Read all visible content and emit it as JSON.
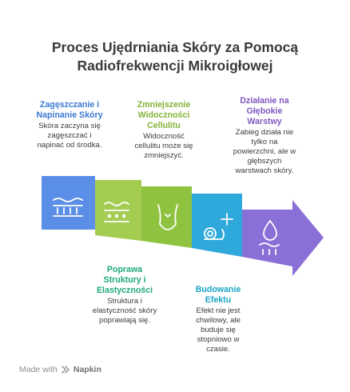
{
  "title": [
    "Proces Ujędrniania Skóry za Pomocą",
    "Radiofrekwencji Mikroigłowej"
  ],
  "steps": [
    {
      "head": [
        "Zagęszczanie i",
        "Napinanie Skóry"
      ],
      "desc": [
        "Skóra zaczyna się",
        "zagęszczać i",
        "napinać od środka."
      ],
      "color": "#5b8ee6",
      "icon": "skin-layers-icon"
    },
    {
      "head": [
        "Zmniejszenie",
        "Widoczności",
        "Cellulitu"
      ],
      "desc": [
        "Widoczność",
        "cellulitu może się",
        "zmniejszyć."
      ],
      "color": "#a4cc50",
      "icon": "skin-texture-icon"
    },
    {
      "head": [
        "Działanie na",
        "Głębokie",
        "Warstwy"
      ],
      "desc": [
        "Zabieg działa nie",
        "tylko na",
        "powierzchni, ale w",
        "głębszych",
        "warstwach skóry."
      ],
      "color": "#8a6fd6",
      "icon": "body-figure-icon"
    },
    {
      "head": [
        "Poprawa",
        "Struktury i",
        "Elastyczności"
      ],
      "desc": [
        "Struktura i",
        "elastyczność skóry",
        "poprawiają się."
      ],
      "color": "#2fc592",
      "icon": "snail-plus-icon"
    },
    {
      "head": [
        "Budowanie",
        "Efektu"
      ],
      "desc": [
        "Efekt nie jest",
        "chwilowy, ale",
        "buduje się",
        "stopniowo w",
        "czasie."
      ],
      "color": "#3ab1df",
      "icon": "droplet-skin-icon"
    }
  ],
  "footer": {
    "made_with": "Made with",
    "brand": "Napkin"
  }
}
